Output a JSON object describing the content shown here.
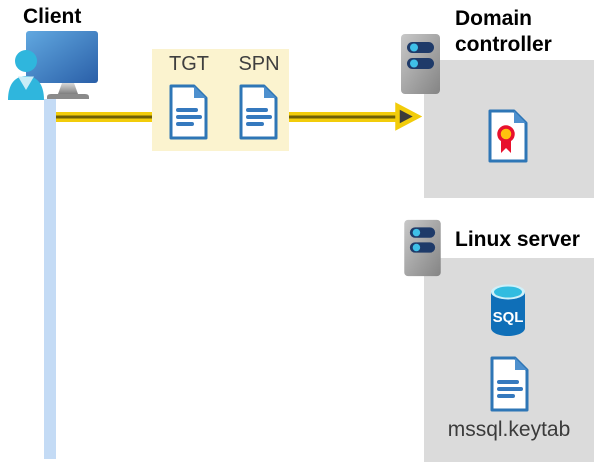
{
  "nodes": {
    "client": {
      "label": "Client"
    },
    "ticket_box": {
      "tickets": [
        "TGT",
        "SPN"
      ]
    },
    "domain_controller": {
      "label": "Domain controller"
    },
    "linux_server": {
      "label": "Linux server",
      "database_label": "SQL",
      "keytab_file_label": "mssql.keytab"
    }
  },
  "icons": {
    "client": "person-at-workstation-icon",
    "ticket_documents": "document-icon",
    "domain_controller": "rack-server-icon",
    "certificate": "certificate-icon",
    "linux_server": "rack-server-icon",
    "database": "sql-database-cylinder-icon",
    "keytab": "document-icon",
    "flow": "yellow-arrow-right"
  },
  "colors": {
    "arrow_yellow": "#F2CC0A",
    "arrow_core_stripe": "#6E5F05",
    "arrowhead_fill": "#3B3B3B",
    "ticket_box_bg": "#FBF3CF",
    "panel_gray": "#DBDBDB",
    "timeline_blue": "#C4DBF5",
    "document_blue": "#2E76B6",
    "document_fold_blue": "#4E90CE",
    "sql_body_blue": "#0F6FB8",
    "sql_top_cyan": "#32BCE0",
    "certificate_red": "#E8112D",
    "certificate_gold": "#FFC20E",
    "server_bar_navy": "#1E3A69",
    "server_led_cyan": "#3FC0E8",
    "person_cyan": "#2FB6DD",
    "monitor_blue_light": "#61A8E0",
    "monitor_blue_dark": "#2A5FA8",
    "ticket_text": "#3F3F3F",
    "title_text": "#000000"
  }
}
